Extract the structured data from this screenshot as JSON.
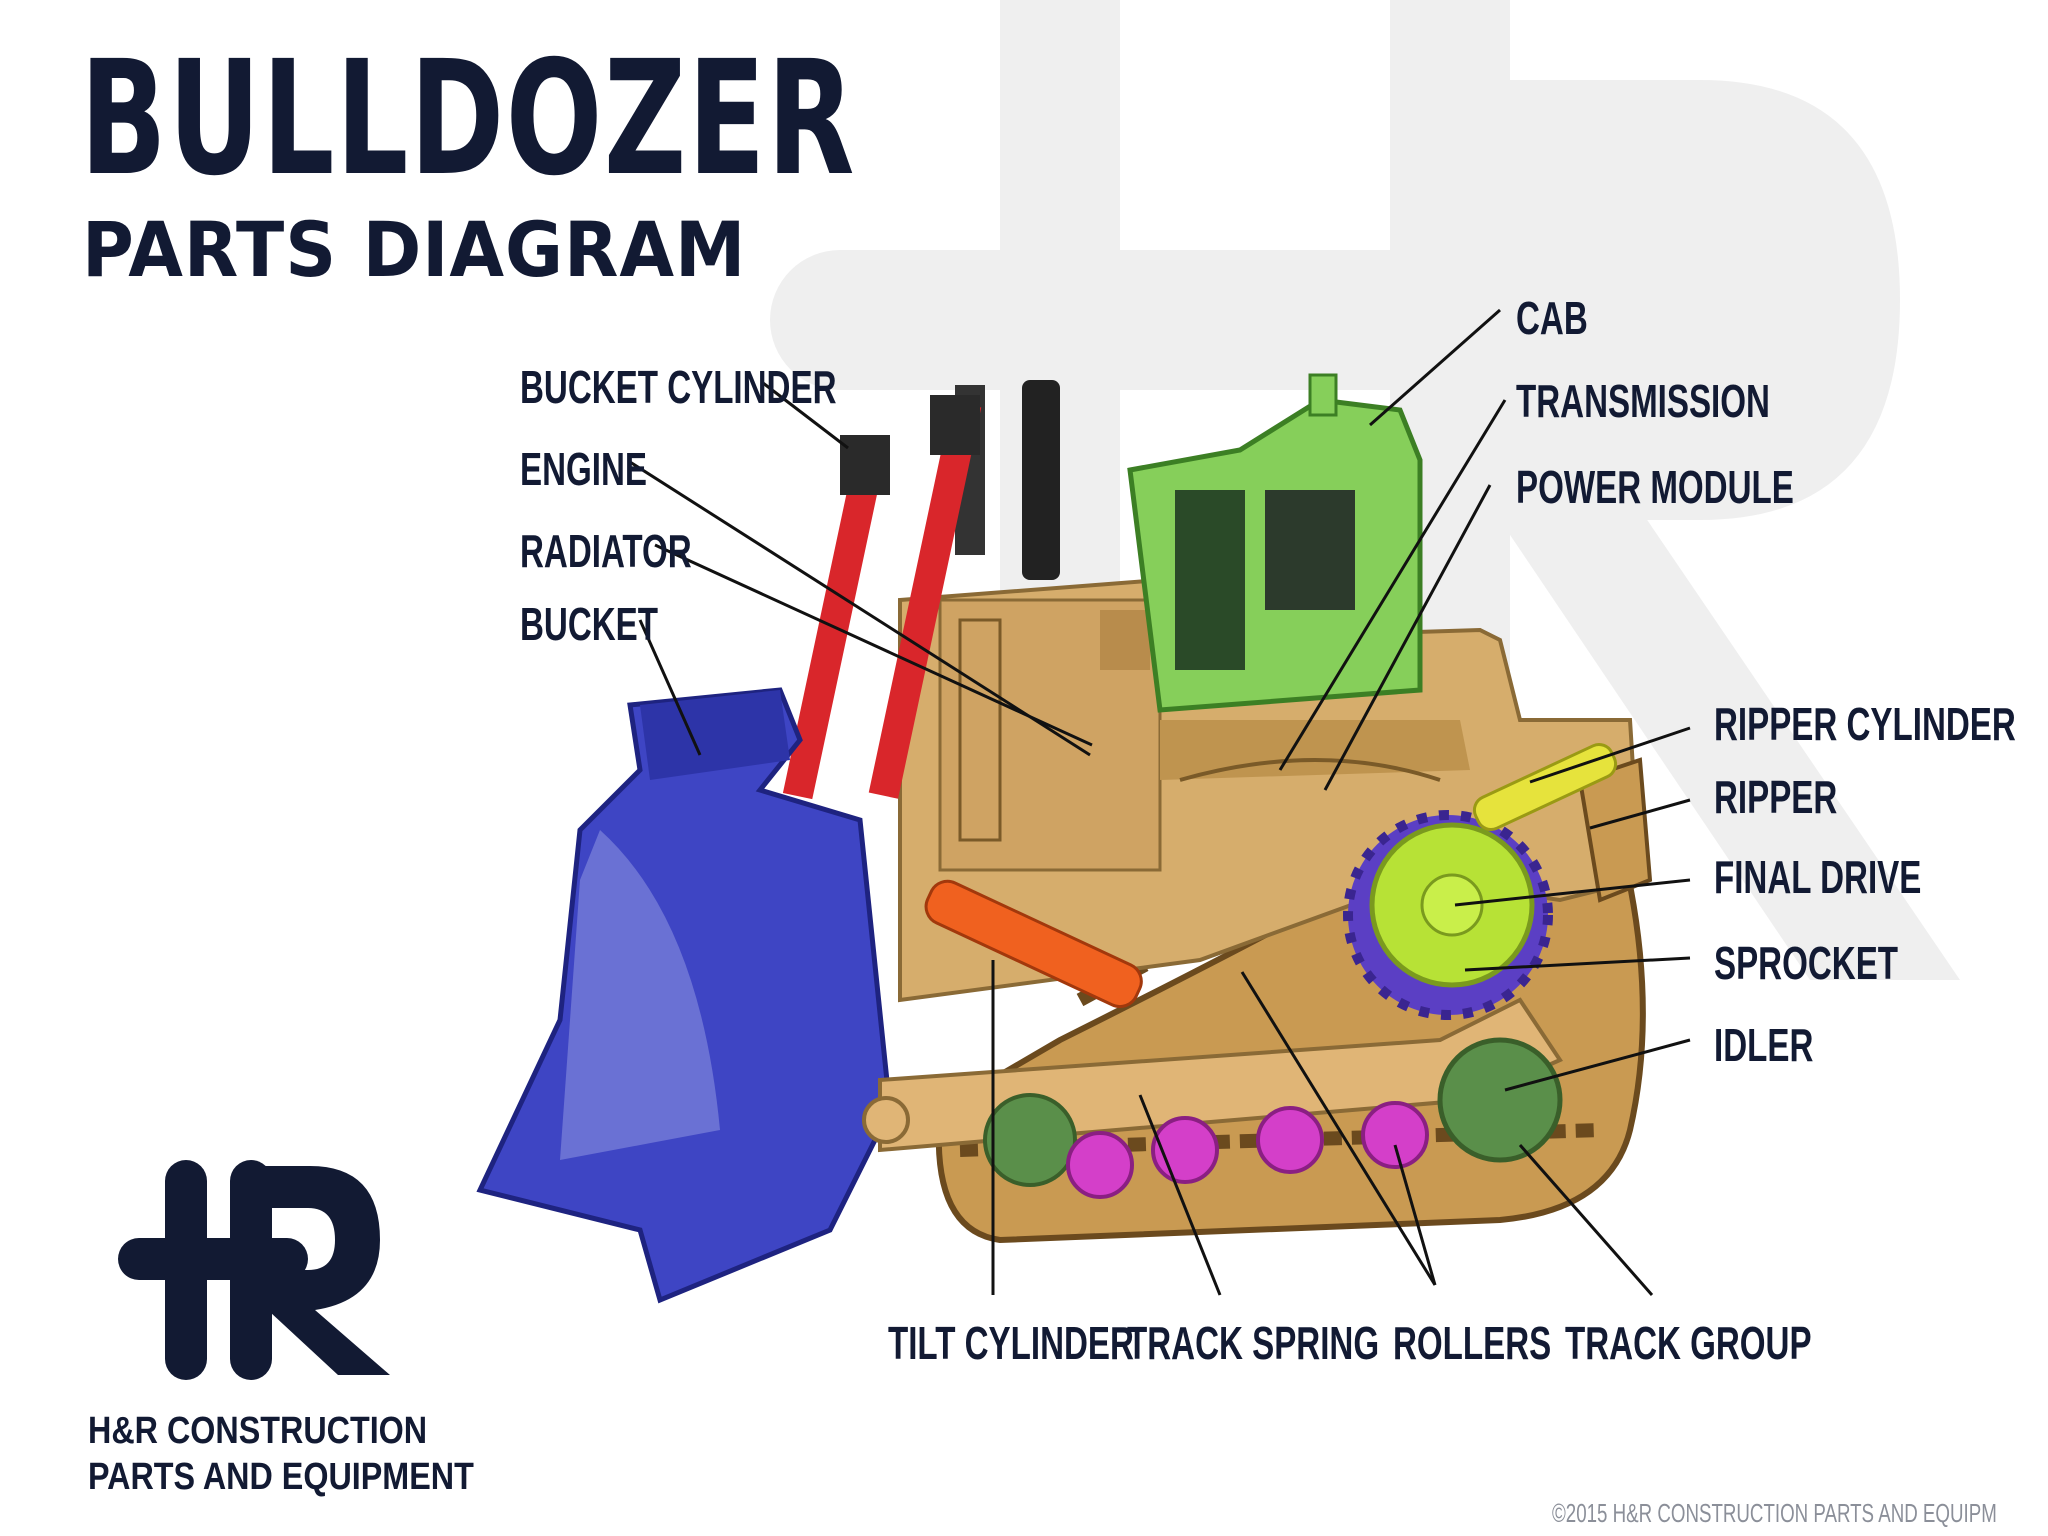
{
  "title": "BULLDOZER",
  "subtitle": "PARTS DIAGRAM",
  "labels": {
    "cab": "CAB",
    "transmission": "TRANSMISSION",
    "power_module": "POWER MODULE",
    "bucket_cylinder": "BUCKET CYLINDER",
    "engine": "ENGINE",
    "radiator": "RADIATOR",
    "bucket": "BUCKET",
    "ripper_cylinder": "RIPPER CYLINDER",
    "ripper": "RIPPER",
    "final_drive": "FINAL DRIVE",
    "sprocket": "SPROCKET",
    "idler": "IDLER",
    "tilt_cylinder": "TILT CYLINDER",
    "track_spring": "TRACK SPRING",
    "rollers": "ROLLERS",
    "track_group": "TRACK GROUP"
  },
  "company": {
    "logo_text": "HR",
    "line1": "H&R CONSTRUCTION",
    "line2": "PARTS AND EQUIPMENT"
  },
  "copyright": "©2015 H&R CONSTRUCTION PARTS AND EQUIPM",
  "colors": {
    "navy": "#121a33",
    "dozer_tan": "#d6ad6c",
    "blade_blue": "#3e45c4",
    "cab_green": "#86cf5a",
    "hydraulic_red": "#d9262b",
    "tilt_orange": "#f0611f",
    "final_drive_lime": "#b7e236",
    "sprocket_purple": "#5b3fc4",
    "roller_magenta": "#d43fc9",
    "ripper_yellow": "#e6e33c",
    "watermark_grey": "#efefef"
  }
}
